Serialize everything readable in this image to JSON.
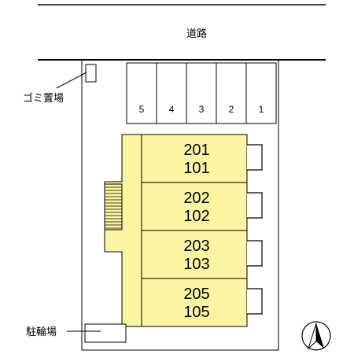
{
  "road": {
    "label": "道路"
  },
  "garbage": {
    "label": "ゴミ置場"
  },
  "bicycle": {
    "label": "駐輪場"
  },
  "parking": {
    "spaces": [
      "5",
      "4",
      "3",
      "2",
      "1"
    ]
  },
  "units": [
    {
      "upper": "201",
      "lower": "101"
    },
    {
      "upper": "202",
      "lower": "102"
    },
    {
      "upper": "203",
      "lower": "103"
    },
    {
      "upper": "205",
      "lower": "105"
    }
  ],
  "colors": {
    "building": "#FCF6A2",
    "line": "#000000",
    "background": "#FFFFFF"
  },
  "compass": {
    "icon": "north-arrow-icon"
  }
}
